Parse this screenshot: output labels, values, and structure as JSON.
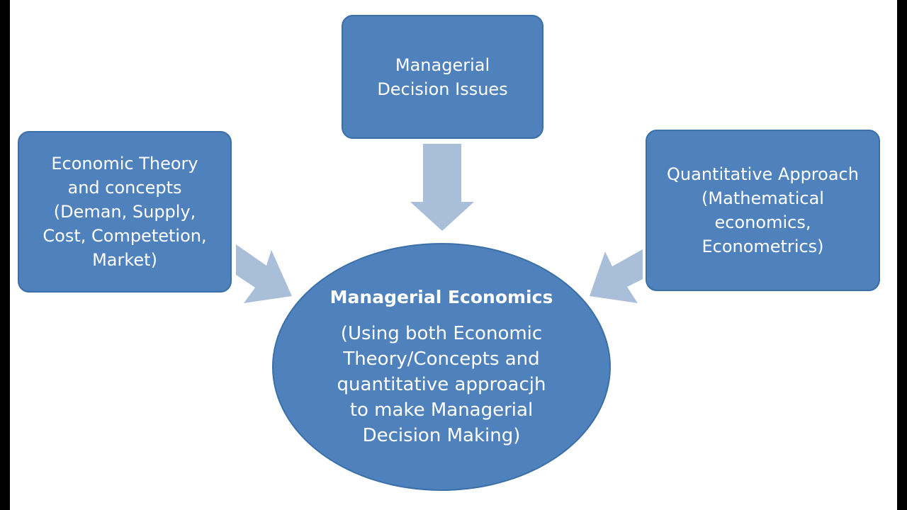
{
  "colors": {
    "box_fill": "#4f81bd",
    "box_stroke": "#3a6fa8",
    "arrow_fill": "#a9bed9",
    "canvas": "#ffffff",
    "letterbox": "#000000"
  },
  "nodes": {
    "top": {
      "lines": [
        "Managerial",
        "Decision Issues"
      ]
    },
    "left": {
      "lines": [
        "Economic Theory",
        "and concepts",
        "(Deman,  Supply,",
        "Cost, Competetion,",
        "Market)"
      ]
    },
    "right": {
      "lines": [
        "Quantitative Approach",
        "(Mathematical",
        "economics,",
        "Econometrics)"
      ]
    },
    "center": {
      "title": "Managerial Economics",
      "lines": [
        "(Using both Economic",
        "Theory/Concepts and",
        "quantitative approacjh",
        "to make Managerial",
        "Decision Making)"
      ]
    }
  },
  "edges": [
    {
      "from": "top",
      "to": "center"
    },
    {
      "from": "left",
      "to": "center"
    },
    {
      "from": "right",
      "to": "center"
    }
  ]
}
